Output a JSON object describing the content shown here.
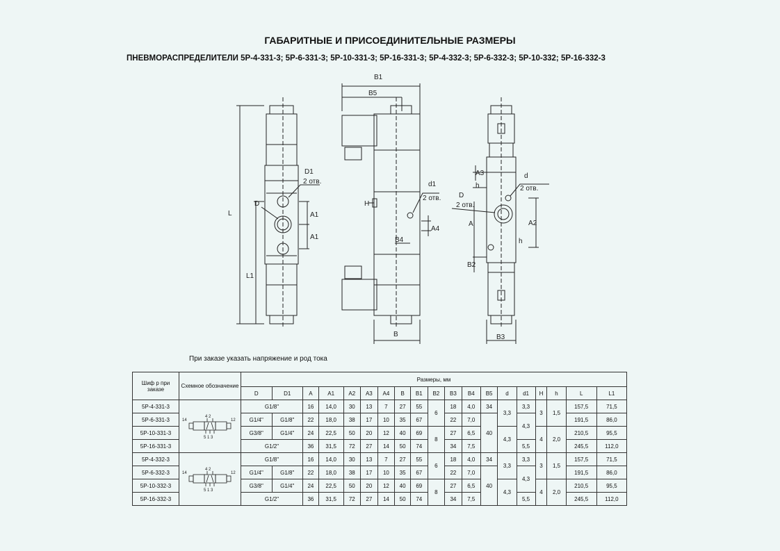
{
  "title": "ГАБАРИТНЫЕ И ПРИСОЕДИНИТЕЛЬНЫЕ РАЗМЕРЫ",
  "subtitle": "ПНЕВМОРАСПРЕДЕЛИТЕЛИ 5Р-4-331-3; 5Р-6-331-3; 5Р-10-331-3; 5Р-16-331-3; 5Р-4-332-3; 5Р-6-332-3; 5Р-10-332; 5Р-16-332-3",
  "note": "При заказе указать напряжение и род тока",
  "drawing_labels": {
    "L": "L",
    "L1": "L1",
    "D": "D",
    "D1": "D1",
    "two_holes": "2 отв.",
    "A1": "A1",
    "B1": "B1",
    "B5": "B5",
    "H": "H",
    "B4": "B4",
    "d1": "d1",
    "A4": "A4",
    "B": "B",
    "A3": "A3",
    "d": "d",
    "h": "h",
    "A": "A",
    "A2": "A2",
    "B2": "B2",
    "B3": "B3"
  },
  "table": {
    "h_code": "Шиф р при заказе",
    "h_scheme": "Схемное обозначение",
    "h_dims": "Размеры, мм",
    "cols": [
      "D",
      "D1",
      "A",
      "A1",
      "A2",
      "A3",
      "A4",
      "B",
      "B1",
      "B2",
      "B3",
      "B4",
      "B5",
      "d",
      "d1",
      "H",
      "h",
      "L",
      "L1"
    ],
    "codes": [
      "5Р-4-331-3",
      "5Р-6-331-3",
      "5Р-10-331-3",
      "5Р-16-331-3",
      "5Р-4-332-3",
      "5Р-6-332-3",
      "5Р-10-332-3",
      "5Р-16-332-3"
    ],
    "DD1_merged": [
      "G1/8\"",
      "G1/2\""
    ],
    "D": [
      "G1/4\"",
      "G3/8\""
    ],
    "D1": [
      "G1/8\"",
      "G1/4\""
    ],
    "A": [
      "16",
      "22",
      "24",
      "36"
    ],
    "A1": [
      "14,0",
      "18,0",
      "22,5",
      "31,5"
    ],
    "A2": [
      "30",
      "38",
      "50",
      "72"
    ],
    "A3": [
      "13",
      "17",
      "20",
      "27"
    ],
    "A4": [
      "7",
      "10",
      "12",
      "14"
    ],
    "B": [
      "27",
      "35",
      "40",
      "50"
    ],
    "B1": [
      "55",
      "67",
      "69",
      "74"
    ],
    "B2": [
      "6",
      "8"
    ],
    "B3": [
      "18",
      "22",
      "27",
      "34"
    ],
    "B4": [
      "4,0",
      "7,0",
      "6,5",
      "7,5"
    ],
    "B5": [
      "34",
      "40"
    ],
    "d": [
      "3,3",
      "4,3"
    ],
    "d1": [
      "3,3",
      "4,3",
      "5,5"
    ],
    "H": [
      "3",
      "4"
    ],
    "h": [
      "1,5",
      "2,0"
    ],
    "L": [
      "157,5",
      "191,5",
      "210,5",
      "245,5"
    ],
    "L1": [
      "71,5",
      "86,0",
      "95,5",
      "112,0"
    ],
    "scheme_labels": {
      "p14": "14",
      "p12": "12",
      "p42": "4  2",
      "p513": "5 1 3"
    }
  }
}
